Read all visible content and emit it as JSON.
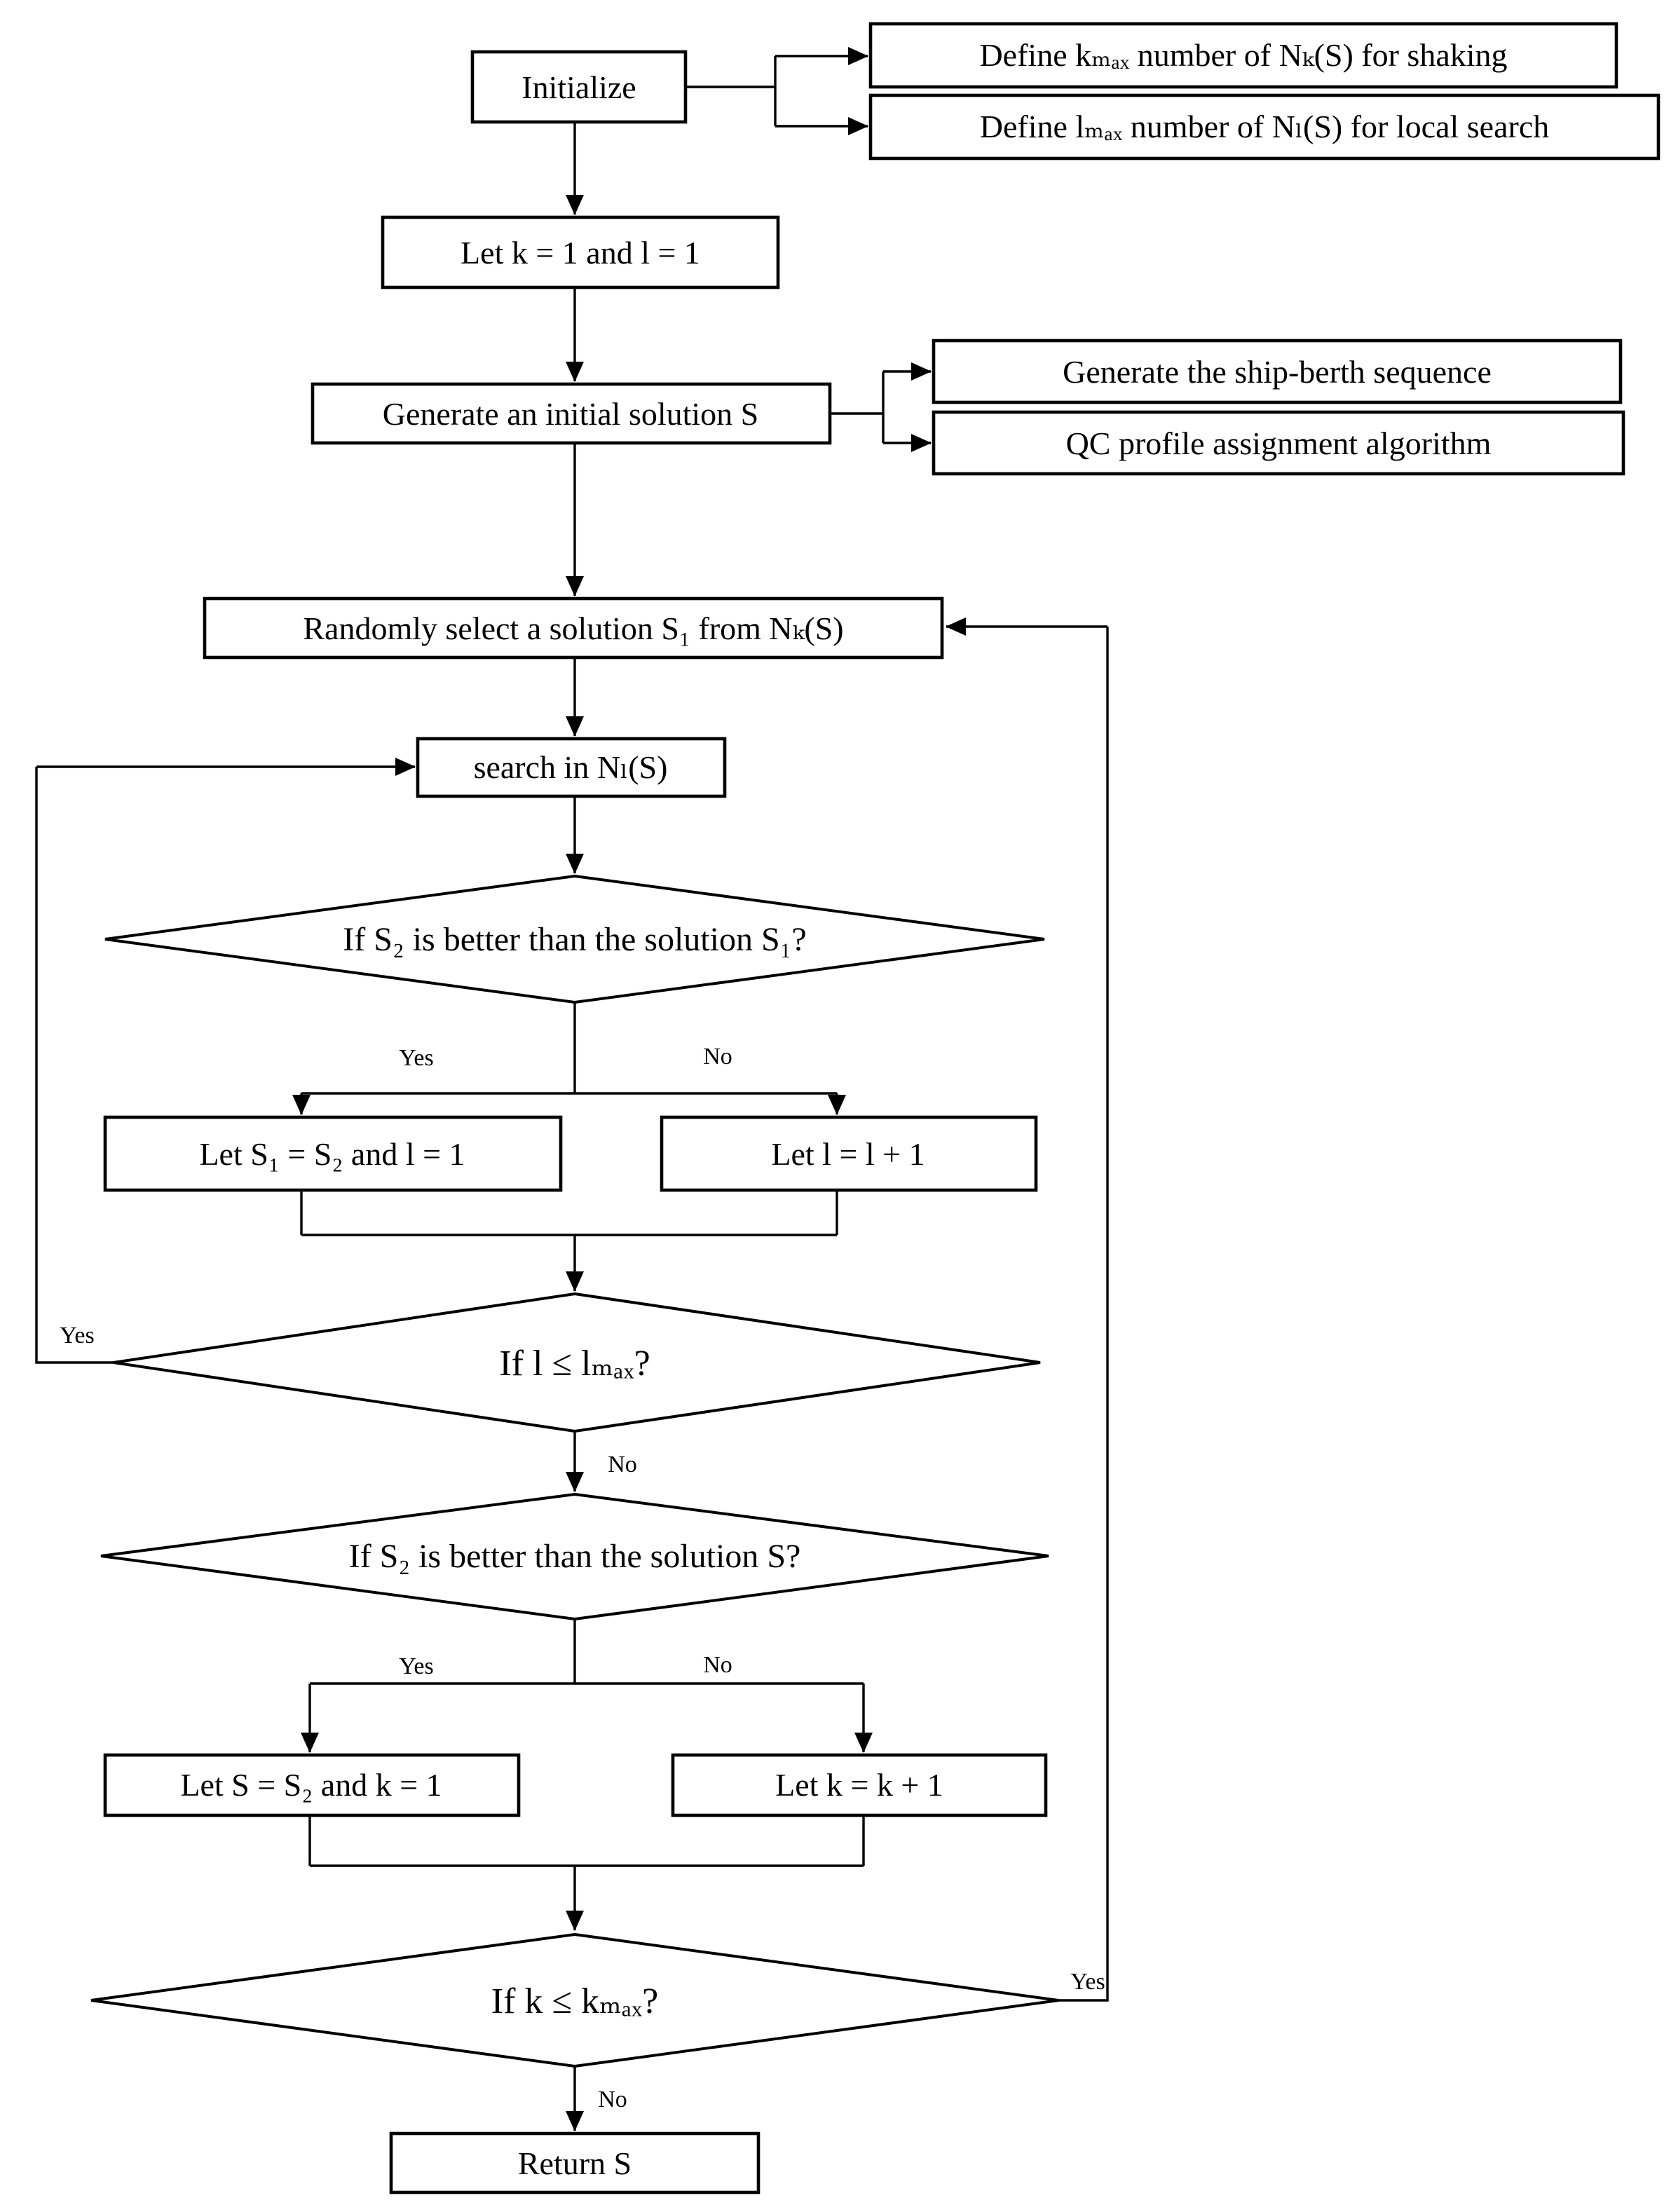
{
  "flowchart": {
    "nodes": {
      "initialize": "Initialize",
      "define_kmax": "Define kₘₐₓ number of Nₖ(S) for shaking",
      "define_lmax": "Define lₘₐₓ number of Nₗ(S) for local search",
      "let_k_l": "Let k = 1 and l = 1",
      "generate_initial": "Generate an initial solution S",
      "ship_berth": "Generate the ship-berth sequence",
      "qc_profile": "QC profile assignment algorithm",
      "random_select": "Randomly select a solution S₁ from Nₖ(S)",
      "local_search": "search in Nₗ(S)",
      "decision_s1": "If S₂ is better than the solution S₁?",
      "let_s1_s2": "Let S₁ = S₂ and l = 1",
      "let_l_inc": "Let l = l + 1",
      "decision_l": "If l ≤ lₘₐₓ?",
      "decision_s": "If S₂ is better than the solution S?",
      "let_s_s2": "Let S = S₂ and k = 1",
      "let_k_inc": "Let k = k + 1",
      "decision_k": "If k ≤ kₘₐₓ?",
      "return_s": "Return S"
    },
    "edge_labels": {
      "d1_yes": "Yes",
      "d1_no": "No",
      "d2_yes": "Yes",
      "d2_no": "No",
      "d3_yes": "Yes",
      "d3_no": "No",
      "d4_yes": "Yes",
      "d4_no": "No"
    },
    "colors": {
      "line": "#000000",
      "node_fill": "#ffffff",
      "background": "#ffffff"
    }
  }
}
